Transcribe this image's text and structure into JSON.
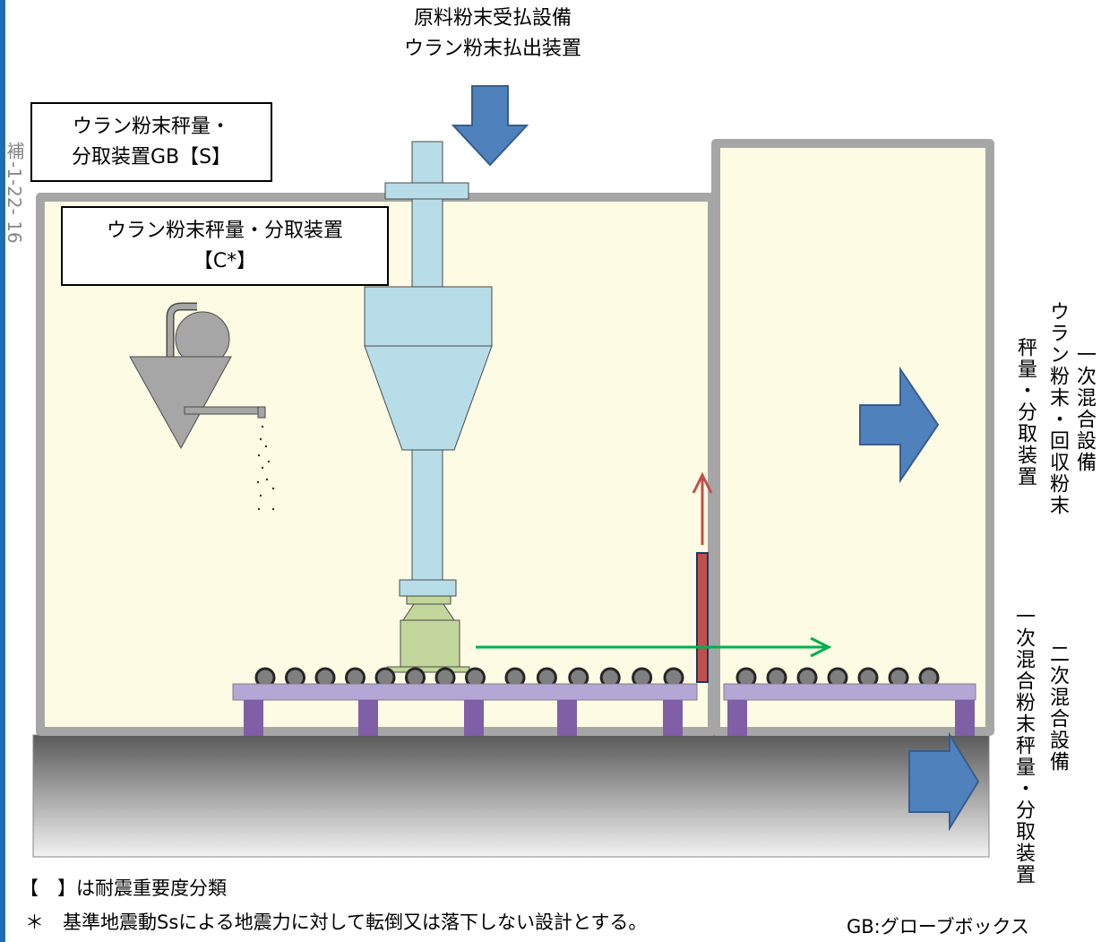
{
  "page_id": {
    "lines": [
      "補",
      "-1-22- 16"
    ]
  },
  "top_source": {
    "line1": "原料粉末受払設備",
    "line2": "ウラン粉末払出装置"
  },
  "gb_label": {
    "line1": "ウラン粉末秤量・",
    "line2": "分取装置GB【S】"
  },
  "device_label": {
    "line1": "ウラン粉末秤量・分取装置",
    "line2": "【C*】"
  },
  "right_dest_1": {
    "col1": "一次混合設備",
    "col2": "ウラン粉末・回収粉末",
    "col3": "秤量・分取装置"
  },
  "right_dest_2": {
    "col1": "二次混合設備",
    "col2": "一次混合粉末秤量・分取装置"
  },
  "legend": {
    "seismic": "【　】は耐震重要度分類",
    "asterisk": "＊　基準地震動Ssによる地震力に対して転倒又は落下しない設計とする。",
    "gb": "GB:グローブボックス"
  },
  "colors": {
    "enclosure_fill": "#fdfbe3",
    "enclosure_wall": "#a6a6a6",
    "equipment": "#b7dde8",
    "scale": "#c3d69b",
    "conveyor": "#b4a7d6",
    "conveyor_leg": "#7f5fa5",
    "arrow": "#4f81bd",
    "red_arrow": "#c0504d",
    "green_arrow": "#00b050"
  }
}
